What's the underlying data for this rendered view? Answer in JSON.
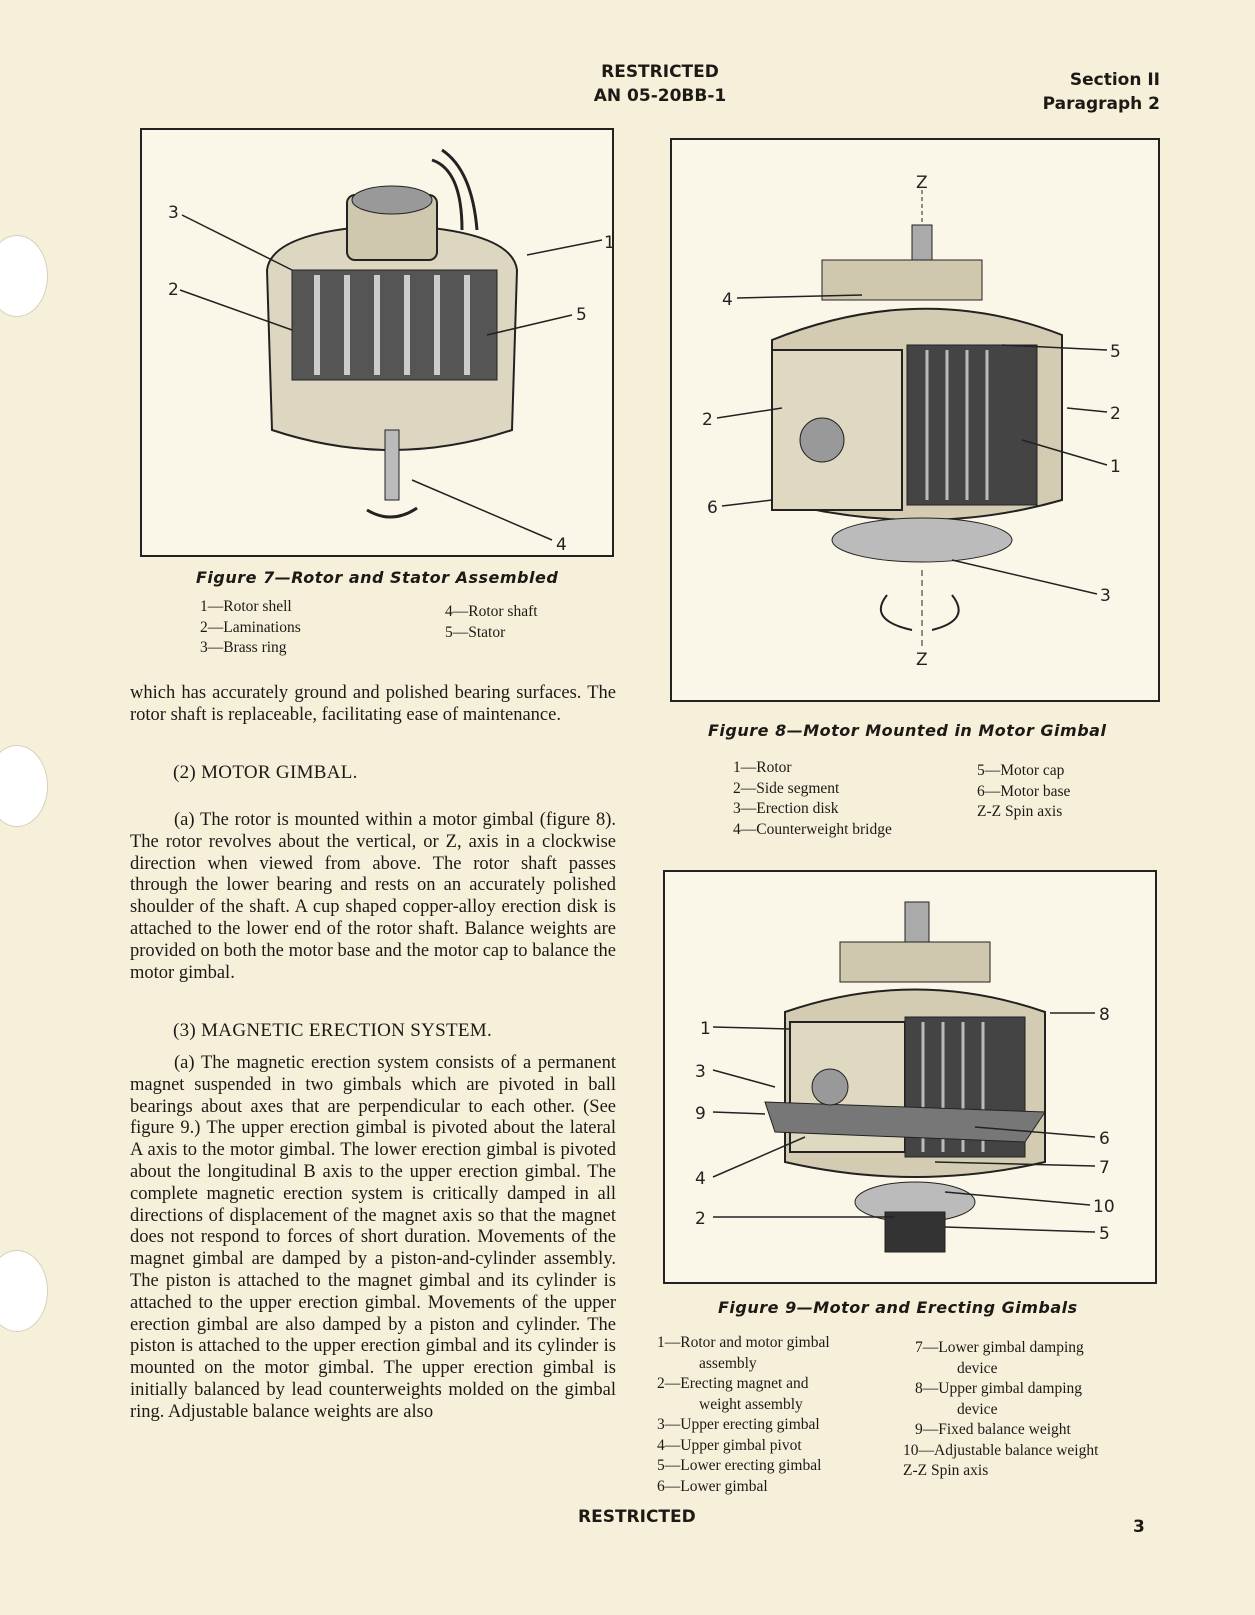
{
  "header": {
    "line1": "RESTRICTED",
    "line2": "AN 05-20BB-1",
    "section": "Section II",
    "paragraph": "Paragraph 2"
  },
  "figure7": {
    "caption": "Figure 7—Rotor and Stator Assembled",
    "callouts": [
      "1",
      "2",
      "3",
      "4",
      "5"
    ],
    "legend_left": [
      "1—Rotor shell",
      "2—Laminations",
      "3—Brass ring"
    ],
    "legend_right": [
      "4—Rotor shaft",
      "5—Stator"
    ]
  },
  "figure8": {
    "caption": "Figure 8—Motor Mounted in Motor Gimbal",
    "callouts": {
      "z_top": "Z",
      "z_bottom": "Z",
      "c4": "4",
      "c5": "5",
      "c2l": "2",
      "c2r": "2",
      "c1": "1",
      "c6": "6",
      "c3": "3"
    },
    "legend_left": [
      "1—Rotor",
      "2—Side segment",
      "3—Erection disk",
      "4—Counterweight bridge"
    ],
    "legend_right": [
      "5—Motor cap",
      "6—Motor base",
      "Z-Z Spin axis"
    ]
  },
  "figure9": {
    "caption": "Figure 9—Motor and Erecting Gimbals",
    "callouts": {
      "c1": "1",
      "c3": "3",
      "c9": "9",
      "c4": "4",
      "c2": "2",
      "c8": "8",
      "c6": "6",
      "c7": "7",
      "c10": "10",
      "c5": "5"
    },
    "legend_left": [
      "1—Rotor and motor gimbal",
      "assembly",
      "2—Erecting magnet and",
      "weight assembly",
      "3—Upper erecting gimbal",
      "4—Upper gimbal pivot",
      "5—Lower erecting gimbal",
      "6—Lower gimbal"
    ],
    "legend_right": [
      "7—Lower gimbal damping",
      "device",
      "8—Upper gimbal damping",
      "device",
      "9—Fixed balance weight",
      "10—Adjustable balance weight",
      "Z-Z Spin axis"
    ]
  },
  "text": {
    "p0": "which has accurately ground and polished bearing surfaces. The rotor shaft is replaceable, facilitating ease of maintenance.",
    "h2": "(2) MOTOR GIMBAL.",
    "p2a": "(a) The rotor is mounted within a motor gimbal (figure 8). The rotor revolves about the vertical, or Z, axis in a clockwise direction when viewed from above. The rotor shaft passes through the lower bearing and rests on an accurately polished shoulder of the shaft. A cup shaped copper-alloy erection disk is attached to the lower end of the rotor shaft. Balance weights are provided on both the motor base and the motor cap to balance the motor gimbal.",
    "h3": "(3) MAGNETIC ERECTION SYSTEM.",
    "p3a": "(a) The magnetic erection system consists of a permanent magnet suspended in two gimbals which are pivoted in ball bearings about axes that are perpendicular to each other. (See figure 9.) The upper erection gimbal is pivoted about the lateral A axis to the motor gimbal. The lower erection gimbal is pivoted about the longitudinal B axis to the upper erection gimbal. The complete magnetic erection system is critically damped in all directions of displacement of the magnet axis so that the magnet does not respond to forces of short duration. Movements of the magnet gimbal are damped by a piston-and-cylinder assembly. The piston is attached to the magnet gimbal and its cylinder is attached to the upper erection gimbal. Movements of the upper erection gimbal are also damped by a piston and cylinder. The piston is attached to the upper erection gimbal and its cylinder is mounted on the motor gimbal. The upper erection gimbal is initially balanced by lead counterweights molded on the gimbal ring. Adjustable balance weights are also"
  },
  "footer": {
    "restricted": "RESTRICTED",
    "page_number": "3"
  }
}
